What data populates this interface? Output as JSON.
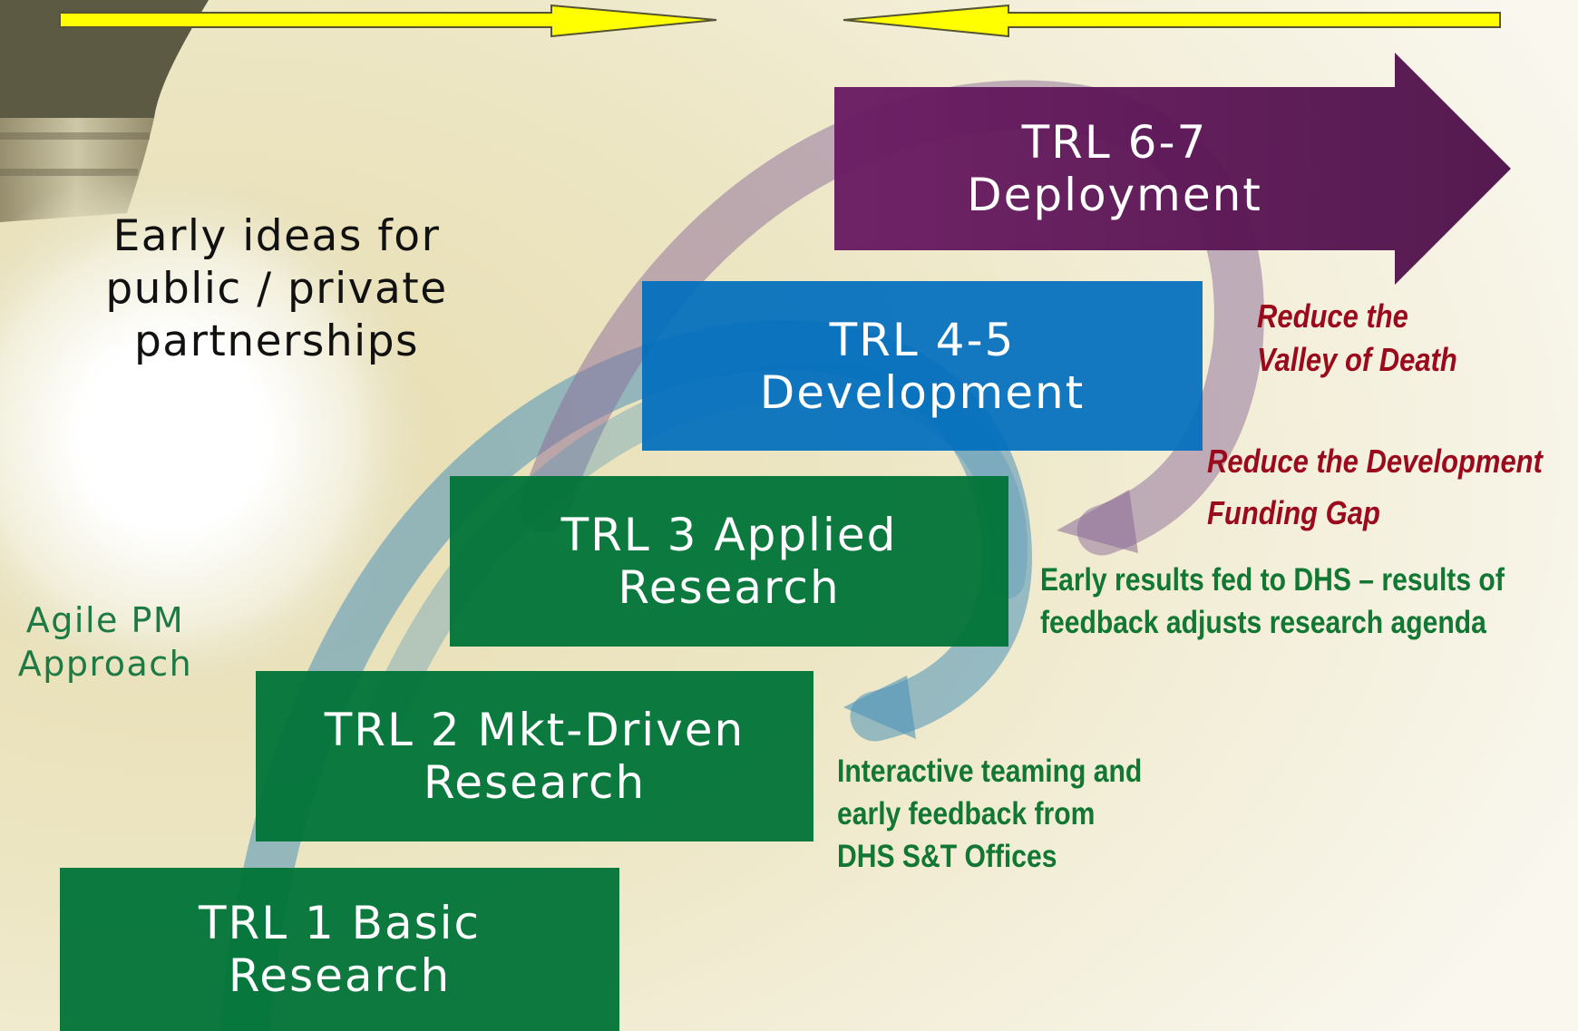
{
  "headline": {
    "lines": [
      "Early ideas for",
      "public / private",
      "partnerships"
    ]
  },
  "agile": {
    "lines": [
      "Agile PM",
      "Approach"
    ]
  },
  "steps": [
    {
      "lines": [
        "TRL 1 Basic",
        "Research"
      ],
      "color": "#007337"
    },
    {
      "lines": [
        "TRL 2 Mkt-Driven",
        "Research"
      ],
      "color": "#007337"
    },
    {
      "lines": [
        "TRL 3 Applied",
        "Research"
      ],
      "color": "#007337"
    },
    {
      "lines": [
        "TRL 4-5",
        "Development"
      ],
      "color": "#006ebe"
    },
    {
      "lines": [
        "TRL 6-7",
        "Deployment"
      ],
      "color": "#5e1858"
    }
  ],
  "notes": {
    "feedback_dhs": [
      "Interactive teaming and",
      "early feedback from",
      "DHS S&T Offices"
    ],
    "early_results": [
      "Early results fed to DHS – results of",
      "feedback adjusts research agenda"
    ],
    "funding_gap": [
      "Reduce the Development",
      "Funding Gap"
    ],
    "valley": [
      "Reduce the",
      "Valley of Death"
    ]
  },
  "colors": {
    "top_arrows": "#ffff00",
    "green_text": "#117733",
    "red_text": "#9a0a1c",
    "loop_blue": "#4d92b8",
    "loop_purple": "#8a6a98"
  }
}
